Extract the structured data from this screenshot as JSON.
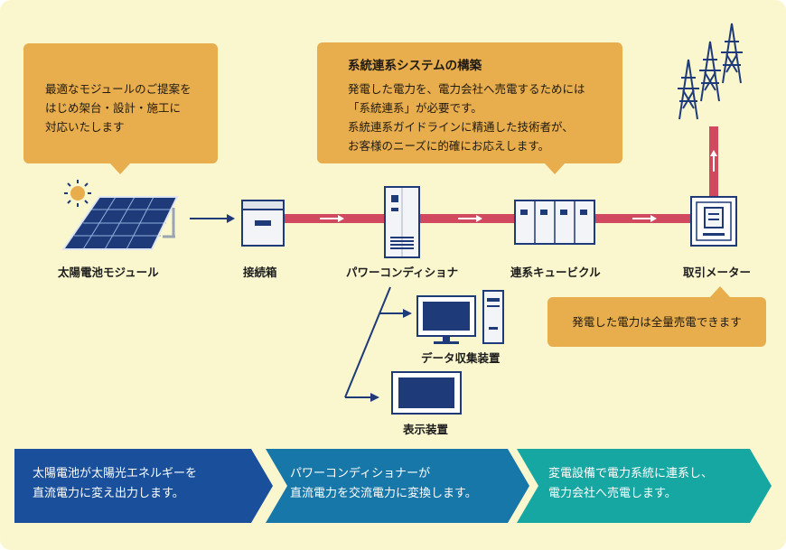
{
  "callout_module": {
    "lines": [
      "最適なモジュールのご提案を",
      "はじめ架台・設計・施工に",
      "対応いたします"
    ]
  },
  "callout_system": {
    "title": "系統連系システムの構築",
    "lines": [
      "発電した電力を、電力会社へ売電するためには",
      "「系統連系」が必要です。",
      "系統連系ガイドラインに精通した技術者が、",
      "お客様のニーズに的確にお応えします。"
    ]
  },
  "callout_meter": {
    "text": "発電した電力は全量売電できます"
  },
  "components": {
    "solar": "太陽電池モジュール",
    "junction": "接続箱",
    "conditioner": "パワーコンディショナ",
    "cubicle": "連系キュービクル",
    "meter": "取引メーター",
    "data": "データ収集装置",
    "display": "表示装置"
  },
  "steps": [
    {
      "lines": [
        "太陽電池が太陽光エネルギーを",
        "直流電力に変え出力します。"
      ]
    },
    {
      "lines": [
        "パワーコンディショナーが",
        "直流電力を交流電力に変換します。"
      ]
    },
    {
      "lines": [
        "変電設備で電力系統に連系し、",
        "電力会社へ売電します。"
      ]
    }
  ],
  "colors": {
    "background": "#faf7cf",
    "callout": "#e8ad4c",
    "power_line": "#d0495f",
    "step1": "#1a4f9c",
    "step2": "#1677a8",
    "step3": "#17a7a3",
    "navy": "#1e3a78"
  }
}
